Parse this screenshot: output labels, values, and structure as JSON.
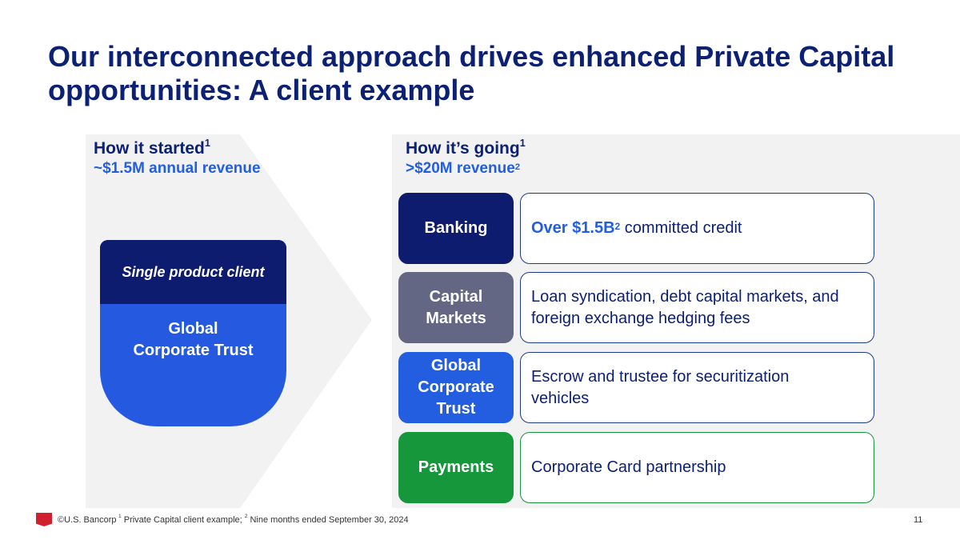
{
  "title": "Our interconnected approach drives enhanced Private Capital opportunities:  A client example",
  "left": {
    "heading": "How it started",
    "heading_sup": "1",
    "revenue": "~$1.5M annual revenue",
    "card_top": "Single product client",
    "card_bottom": "Global Corporate Trust"
  },
  "right": {
    "heading": "How it’s going",
    "heading_sup": "1",
    "revenue": ">$20M revenue",
    "revenue_sup": "2",
    "rows": [
      {
        "label": "Banking",
        "highlight": "Over $1.5B",
        "highlight_sup": "2",
        "text": " committed credit",
        "color": "#0d1c6e"
      },
      {
        "label": "Capital Markets",
        "text": "Loan syndication, debt capital markets, and foreign exchange hedging fees",
        "color": "#636784"
      },
      {
        "label": "Global Corporate Trust",
        "text": "Escrow and trustee for securitization vehicles",
        "color": "#235ee0"
      },
      {
        "label": "Payments",
        "text": "Corporate Card partnership",
        "color": "#16973c"
      }
    ]
  },
  "footer": {
    "copyright": "©U.S. Bancorp",
    "note1_sup": "1",
    "note1": " Private Capital client example; ",
    "note2_sup": "2",
    "note2": " Nine months ended September 30, 2024",
    "page": "11"
  }
}
